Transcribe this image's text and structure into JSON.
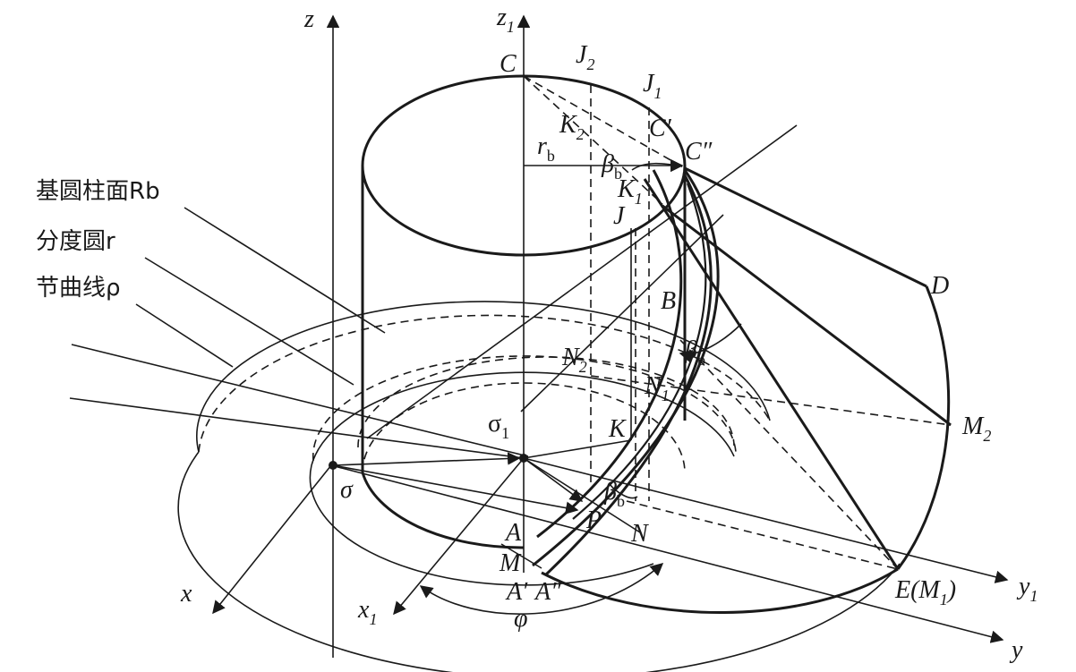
{
  "callouts": {
    "base_cylinder": "基圆柱面Rb",
    "reference_circle": "分度圆r",
    "pitch_curve": "节曲线ρ"
  },
  "points": {
    "z": "z",
    "z1": "z",
    "z1_sub": "1",
    "C": "C",
    "J2": "J",
    "J2_sub": "2",
    "J1": "J",
    "J1_sub": "1",
    "K2": "K",
    "K2_sub": "2",
    "C_prime": "C′",
    "C_double": "C″",
    "r_b": "r",
    "r_b_sub": "b",
    "beta_b_top": "β",
    "beta_b_top_sub": "b",
    "K1": "K",
    "K1_sub": "1",
    "J": "J",
    "D": "D",
    "B": "B",
    "beta_b_mid": "β",
    "beta_b_mid_sub": "b",
    "N2": "N",
    "N2_sub": "2",
    "N1": "N",
    "N1_sub": "1",
    "sigma1": "σ",
    "sigma1_sub": "1",
    "K": "K",
    "M2": "M",
    "M2_sub": "2",
    "sigma": "σ",
    "beta_b_low": "β",
    "beta_b_low_sub": "b",
    "P": "P",
    "A": "A",
    "N": "N",
    "M": "M",
    "E_M1": "E(M",
    "E_M1_sub": "1",
    "E_M1_close": ")",
    "x": "x",
    "x1": "x",
    "x1_sub": "1",
    "A_prime": "A′",
    "A_double": "A″",
    "phi": "φ",
    "y1": "y",
    "y1_sub": "1",
    "y": "y"
  }
}
